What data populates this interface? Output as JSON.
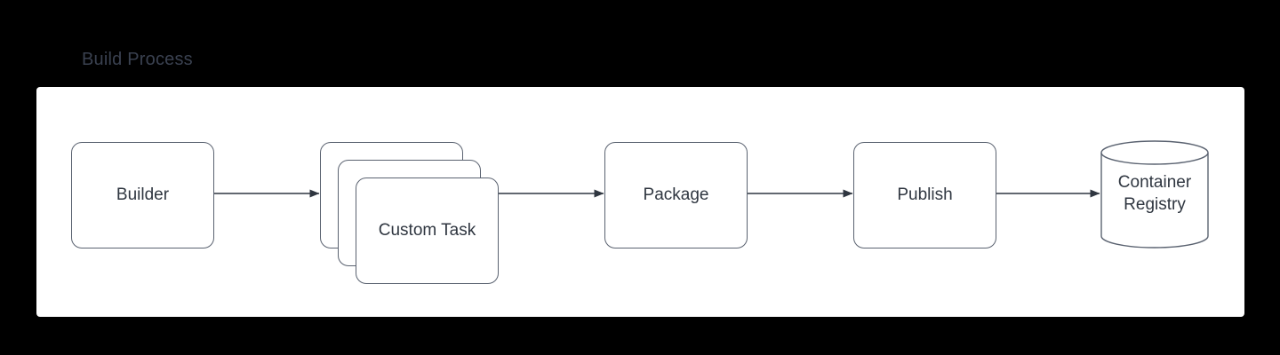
{
  "title": "Build Process",
  "colors": {
    "background": "#000000",
    "panel": "#ffffff",
    "title_text": "#3a4150",
    "node_text": "#2f3640",
    "node_border": "#5a6270",
    "edge": "#2f3640"
  },
  "nodes": {
    "builder": {
      "label": "Builder",
      "shape": "rounded-rect"
    },
    "custom_task": {
      "label": "Custom Task",
      "shape": "stacked-rounded-rect",
      "stack_count": 3,
      "hidden_labels": [
        "Custom Task",
        "Custom Task"
      ]
    },
    "package": {
      "label": "Package",
      "shape": "rounded-rect"
    },
    "publish": {
      "label": "Publish",
      "shape": "rounded-rect"
    },
    "container_registry": {
      "label_line1": "Container",
      "label_line2": "Registry",
      "shape": "cylinder"
    }
  },
  "edges": [
    {
      "from": "builder",
      "to": "custom_task",
      "style": "arrow"
    },
    {
      "from": "custom_task",
      "to": "package",
      "style": "arrow"
    },
    {
      "from": "package",
      "to": "publish",
      "style": "arrow"
    },
    {
      "from": "publish",
      "to": "container_registry",
      "style": "arrow"
    }
  ]
}
